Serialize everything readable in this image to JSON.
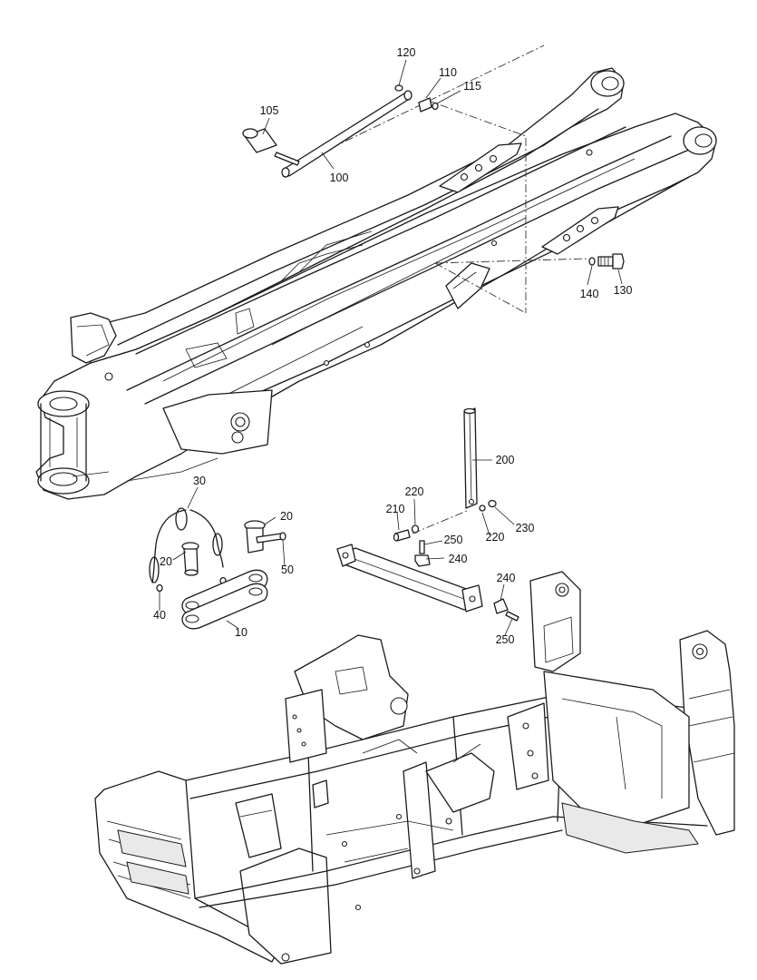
{
  "callouts": [
    {
      "id": "c120",
      "text": "120"
    },
    {
      "id": "c110",
      "text": "110"
    },
    {
      "id": "c115",
      "text": "115"
    },
    {
      "id": "c105",
      "text": "105"
    },
    {
      "id": "c100",
      "text": "100"
    },
    {
      "id": "c140",
      "text": "140"
    },
    {
      "id": "c130",
      "text": "130"
    },
    {
      "id": "c200",
      "text": "200"
    },
    {
      "id": "c30",
      "text": "30"
    },
    {
      "id": "c220a",
      "text": "220"
    },
    {
      "id": "c210",
      "text": "210"
    },
    {
      "id": "c20a",
      "text": "20"
    },
    {
      "id": "c20b",
      "text": "20"
    },
    {
      "id": "c220b",
      "text": "220"
    },
    {
      "id": "c230",
      "text": "230"
    },
    {
      "id": "c250a",
      "text": "250"
    },
    {
      "id": "c240a",
      "text": "240"
    },
    {
      "id": "c50",
      "text": "50"
    },
    {
      "id": "c240b",
      "text": "240"
    },
    {
      "id": "c40",
      "text": "40"
    },
    {
      "id": "c10",
      "text": "10"
    },
    {
      "id": "c250b",
      "text": "250"
    }
  ]
}
